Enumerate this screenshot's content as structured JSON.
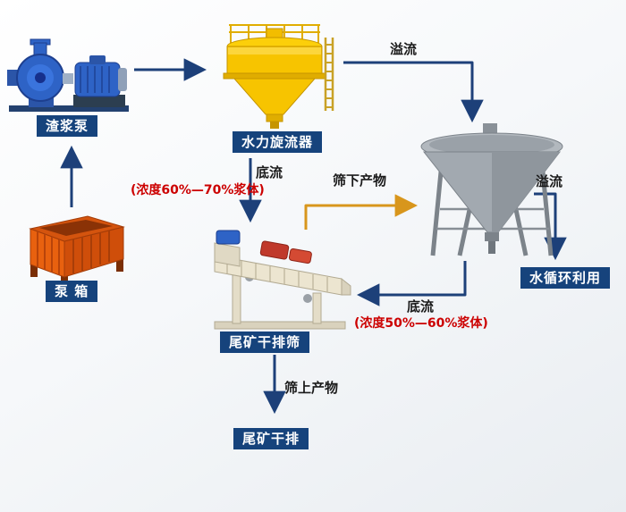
{
  "colors": {
    "label_bg": "#16437c",
    "label_text": "#ffffff",
    "arrow_blue": "#1d4079",
    "arrow_orange": "#d8961c",
    "note_red": "#cc0000",
    "flow_text": "#1a1a1a"
  },
  "equipment": {
    "slurry_pump": {
      "label": "渣浆泵"
    },
    "hydrocyclone": {
      "label": "水力旋流器"
    },
    "pump_box": {
      "label": "泵 箱"
    },
    "dewatering_screen": {
      "label": "尾矿干排筛"
    }
  },
  "outputs": {
    "water_recycle": {
      "label": "水循环利用"
    },
    "tailings_dry_discharge": {
      "label": "尾矿干排"
    }
  },
  "flows": {
    "cyclone_overflow": {
      "label": "溢流"
    },
    "cyclone_underflow": {
      "label": "底流",
      "note": "(浓度60%—70%浆体)"
    },
    "screen_undersize": {
      "label": "筛下产物"
    },
    "screen_oversize": {
      "label": "筛上产物"
    },
    "thickener_overflow": {
      "label": "溢流"
    },
    "thickener_underflow": {
      "label": "底流",
      "note": "(浓度50%—60%浆体)"
    }
  }
}
